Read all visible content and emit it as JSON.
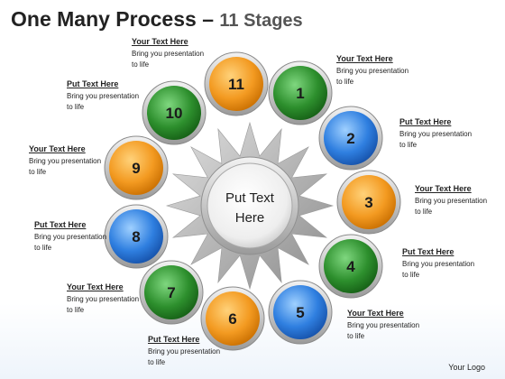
{
  "title": {
    "main": "One Many Process",
    "dash": " – ",
    "sub": "11 Stages"
  },
  "center": {
    "line1": "Put Text",
    "line2": "Here"
  },
  "colors": {
    "orange": "#f39a21",
    "green": "#2d8f2d",
    "blue": "#2f7fe0",
    "ring": "#c9c9c9"
  },
  "stages": [
    {
      "number": "1",
      "color": "green",
      "heading": "Your Text Here",
      "text": "Bring you presentation to life"
    },
    {
      "number": "2",
      "color": "blue",
      "heading": "Put Text Here",
      "text": "Bring you presentation to life"
    },
    {
      "number": "3",
      "color": "orange",
      "heading": "Your Text Here",
      "text": "Bring you presentation to life"
    },
    {
      "number": "4",
      "color": "green",
      "heading": "Put Text Here",
      "text": "Bring you presentation to life"
    },
    {
      "number": "5",
      "color": "blue",
      "heading": "Your Text Here",
      "text": "Bring you presentation to life"
    },
    {
      "number": "6",
      "color": "orange",
      "heading": "Put Text Here",
      "text": "Bring you presentation to life"
    },
    {
      "number": "7",
      "color": "green",
      "heading": "Your Text Here",
      "text": "Bring you presentation to life"
    },
    {
      "number": "8",
      "color": "blue",
      "heading": "Put Text Here",
      "text": "Bring you presentation to life"
    },
    {
      "number": "9",
      "color": "orange",
      "heading": "Your Text Here",
      "text": "Bring you presentation to life"
    },
    {
      "number": "10",
      "color": "green",
      "heading": "Put Text Here",
      "text": "Bring you presentation to life"
    },
    {
      "number": "11",
      "color": "orange",
      "heading": "Your Text Here",
      "text": "Bring you presentation to life"
    }
  ],
  "footer": {
    "logo": "Your Logo"
  }
}
